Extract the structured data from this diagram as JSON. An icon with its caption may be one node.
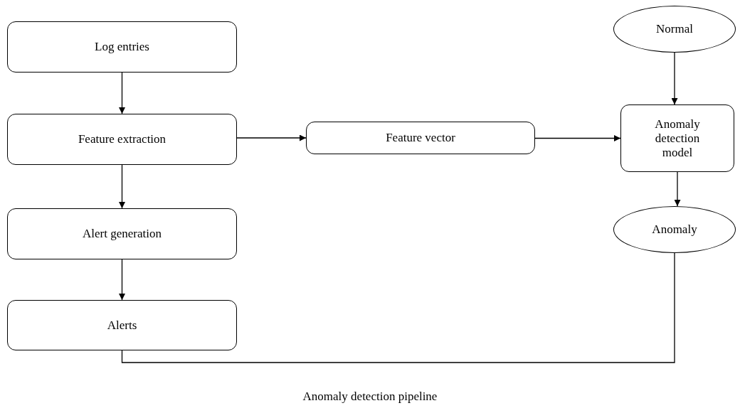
{
  "diagram": {
    "caption": "Anomaly detection pipeline",
    "nodes": [
      {
        "text": [
          "Log entries"
        ]
      },
      {
        "text": [
          "Normal"
        ]
      },
      {
        "text": [
          "Feature extraction"
        ]
      },
      {
        "text": [
          "Feature vector"
        ]
      },
      {
        "text": [
          "Anomaly detection model"
        ]
      },
      {
        "text": [
          "Alert generation"
        ]
      },
      {
        "text": [
          "Anomaly"
        ]
      },
      {
        "text": [
          "Alerts"
        ]
      }
    ],
    "edges": [
      {
        "from": 0,
        "to": 2,
        "arrow": "to"
      },
      {
        "from": 2,
        "to": 3,
        "arrow": "to"
      },
      {
        "from": 3,
        "to": 4,
        "arrow": "to"
      },
      {
        "from": 1,
        "to": 4,
        "arrow": "to"
      },
      {
        "from": 2,
        "to": 5,
        "arrow": "to"
      },
      {
        "from": 4,
        "to": 6,
        "arrow": "to"
      },
      {
        "from": 5,
        "to": 7,
        "arrow": "to"
      },
      {
        "from": 6,
        "to": 7,
        "arrow": "none"
      }
    ]
  }
}
